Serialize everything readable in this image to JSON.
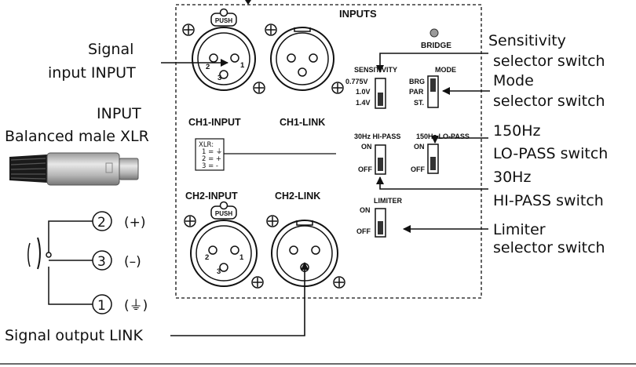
{
  "panel": {
    "inputs_title": "INPUTS",
    "bridge_label": "BRIDGE",
    "ch1_input": "CH1-INPUT",
    "ch1_link": "CH1-LINK",
    "ch2_input": "CH2-INPUT",
    "ch2_link": "CH2-LINK",
    "push": "PUSH",
    "xlr_box": [
      "XLR:",
      "1 = ⏚",
      "2 = +",
      "3 = -"
    ],
    "pin1": "1",
    "pin2": "2",
    "pin3": "3",
    "sensitivity": {
      "title": "SENSITIVITY",
      "options": [
        "0.775V",
        "1.0V",
        "1.4V"
      ]
    },
    "mode": {
      "title": "MODE",
      "options": [
        "BRG",
        "PAR",
        "ST."
      ]
    },
    "hipass": {
      "title": "30Hz  HI-PASS",
      "on": "ON",
      "off": "OFF"
    },
    "lopass": {
      "title": "150Hz LO-PASS",
      "on": "ON",
      "off": "OFF"
    },
    "limiter": {
      "title": "LIMITER",
      "on": "ON",
      "off": "OFF"
    }
  },
  "labels": {
    "signal_input": [
      "Signal",
      "input INPUT"
    ],
    "input_xlr": [
      "INPUT",
      "Balanced male XLR"
    ],
    "signal_output": "Signal output LINK",
    "sensitivity_switch": [
      "Sensitivity",
      "selector switch"
    ],
    "mode_switch": [
      "Mode",
      "selector switch"
    ],
    "lopass_switch": [
      "150Hz",
      "LO-PASS  switch"
    ],
    "hipass_switch": [
      "30Hz",
      "HI-PASS  switch"
    ],
    "limiter_switch": [
      "Limiter",
      "selector switch"
    ]
  },
  "pinout": [
    {
      "pin": "2",
      "sign": "(+)"
    },
    {
      "pin": "3",
      "sign": "(–)"
    },
    {
      "pin": "1",
      "sign": "(⏚)"
    }
  ]
}
